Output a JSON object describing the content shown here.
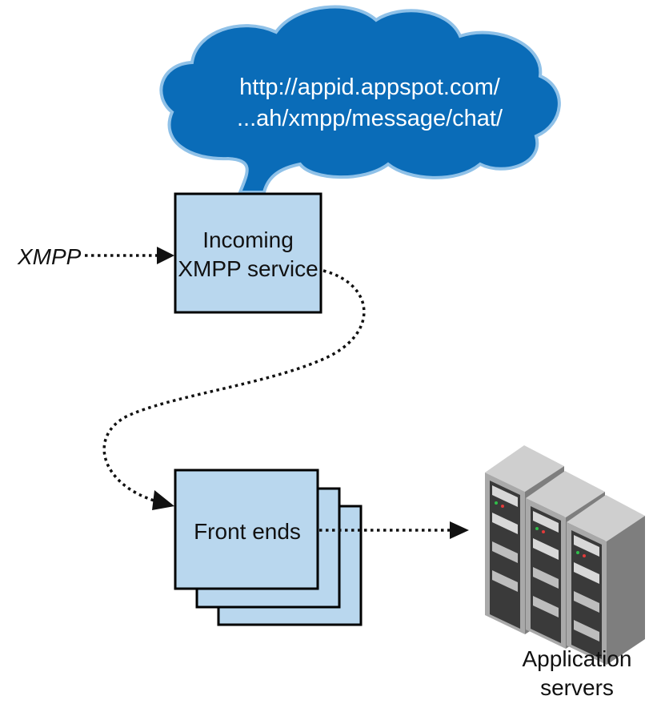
{
  "cloud": {
    "line1": "http://appid.appspot.com/",
    "line2": "...ah/xmpp/message/chat/",
    "fill": "#0a6cb8"
  },
  "input_label": "XMPP",
  "incoming_box": {
    "line1": "Incoming",
    "line2": "XMPP service"
  },
  "front_ends": {
    "label": "Front ends"
  },
  "app_servers": {
    "line1": "Application",
    "line2": "servers"
  },
  "colors": {
    "box_fill": "#b9d7ee",
    "cloud_fill": "#0a6cb8",
    "server_body": "#9a9a9a",
    "server_dark": "#3a3a3a"
  }
}
